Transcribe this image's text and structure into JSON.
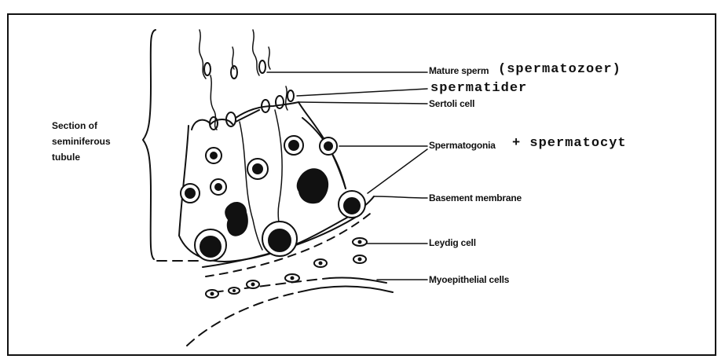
{
  "labels": {
    "section_line1": "Section of",
    "section_line2": "seminiferous",
    "section_line3": "tubule",
    "mature_sperm": "Mature sperm",
    "spermatozoer": "(spermatozoer)",
    "spermatider": "spermatider",
    "sertoli_cell": "Sertoli cell",
    "spermatogonia": "Spermatogonia",
    "spermatocyt": "+ spermatocyt",
    "basement_membrane": "Basement membrane",
    "leydig_cell": "Leydig cell",
    "myoepithelial_cells": "Myoepithelial cells"
  },
  "colors": {
    "ink": "#111111",
    "paper": "#ffffff"
  }
}
